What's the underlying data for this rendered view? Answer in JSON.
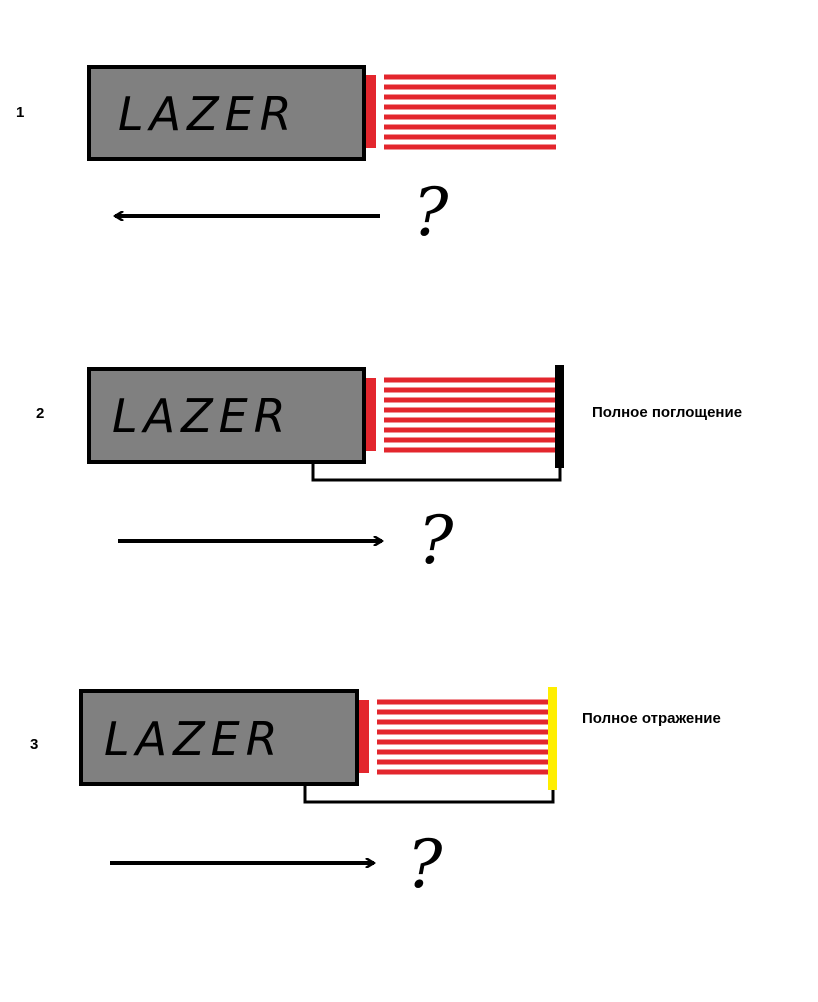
{
  "colors": {
    "laser_body": "#808080",
    "beam": "#e3262d",
    "absorber": "#000000",
    "reflector": "#ffee00",
    "outline": "#000000"
  },
  "panels": [
    {
      "number": "1",
      "device_text": "LAZER",
      "question": "?",
      "arrow_direction": "left",
      "target": "none",
      "label": ""
    },
    {
      "number": "2",
      "device_text": "LAZER",
      "question": "?",
      "arrow_direction": "right",
      "target": "absorber",
      "label": "Полное поглощение"
    },
    {
      "number": "3",
      "device_text": "LAZER",
      "question": "?",
      "arrow_direction": "right",
      "target": "reflector",
      "label": "Полное отражение"
    }
  ]
}
